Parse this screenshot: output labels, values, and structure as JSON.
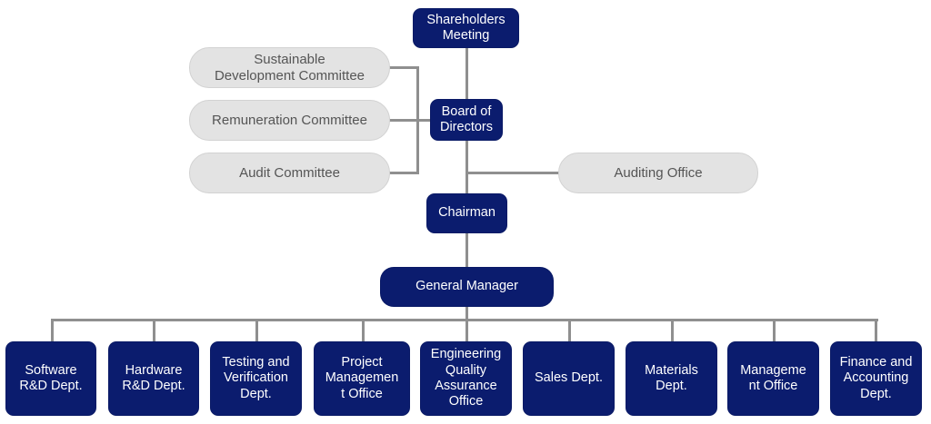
{
  "title": "Organization Chart",
  "colors": {
    "node_fill": "#0b1c6e",
    "node_text": "#ffffff",
    "committee_fill": "#e3e3e3",
    "committee_text": "#555555",
    "connector": "#8f8f8f"
  },
  "top": {
    "shareholders": "Shareholders\nMeeting",
    "board": "Board of\nDirectors",
    "chairman": "Chairman",
    "general_manager": "General Manager"
  },
  "committees": [
    "Sustainable\nDevelopment Committee",
    "Remuneration Committee",
    "Audit Committee"
  ],
  "auditing_office": "Auditing Office",
  "departments": [
    "Software\nR&D Dept.",
    "Hardware\nR&D Dept.",
    "Testing and\nVerification\nDept.",
    "Project\nManagemen\nt Office",
    "Engineering\nQuality\nAssurance\nOffice",
    "Sales Dept.",
    "Materials\nDept.",
    "Manageme\nnt Office",
    "Finance and\nAccounting\nDept."
  ]
}
